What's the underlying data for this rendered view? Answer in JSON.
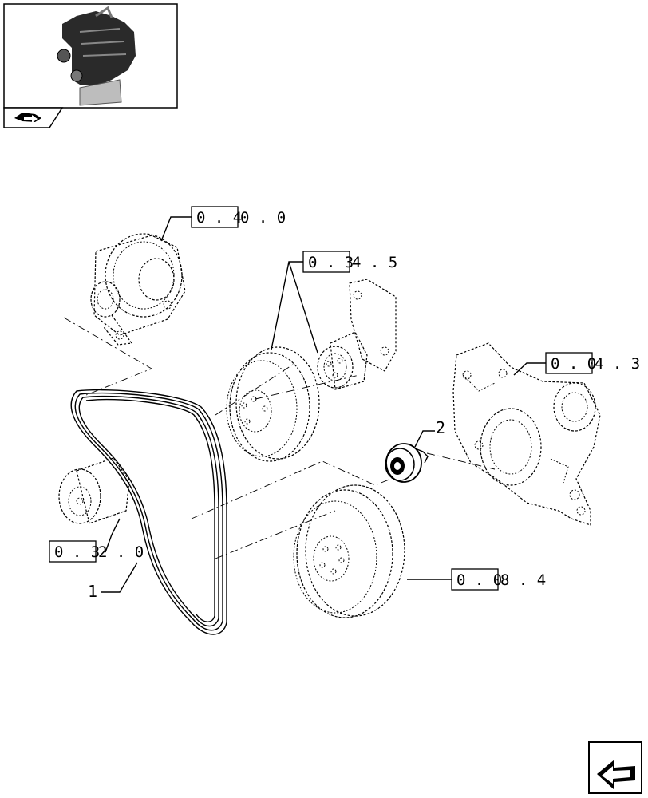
{
  "header": {
    "thumbnail_icon": "engine-thumbnail-icon",
    "tab_icon": "book-arrow-icon"
  },
  "references": [
    {
      "id": "ref-alternator",
      "boxed": "0 . 4",
      "rest": "0 . 0"
    },
    {
      "id": "ref-water-pump",
      "boxed": "0 . 3",
      "rest": "4 . 5"
    },
    {
      "id": "ref-timing-cover",
      "boxed": "0 . 0",
      "rest": "4 . 3"
    },
    {
      "id": "ref-fan-drive",
      "boxed": "0 . 3",
      "rest": "2 . 0"
    },
    {
      "id": "ref-damper",
      "boxed": "0 . 0",
      "rest": "8 . 4"
    }
  ],
  "callouts": [
    {
      "id": "callout-belt",
      "label": "1"
    },
    {
      "id": "callout-tensioner",
      "label": "2"
    }
  ],
  "footer": {
    "nav_icon": "next-page-arrow-icon"
  }
}
